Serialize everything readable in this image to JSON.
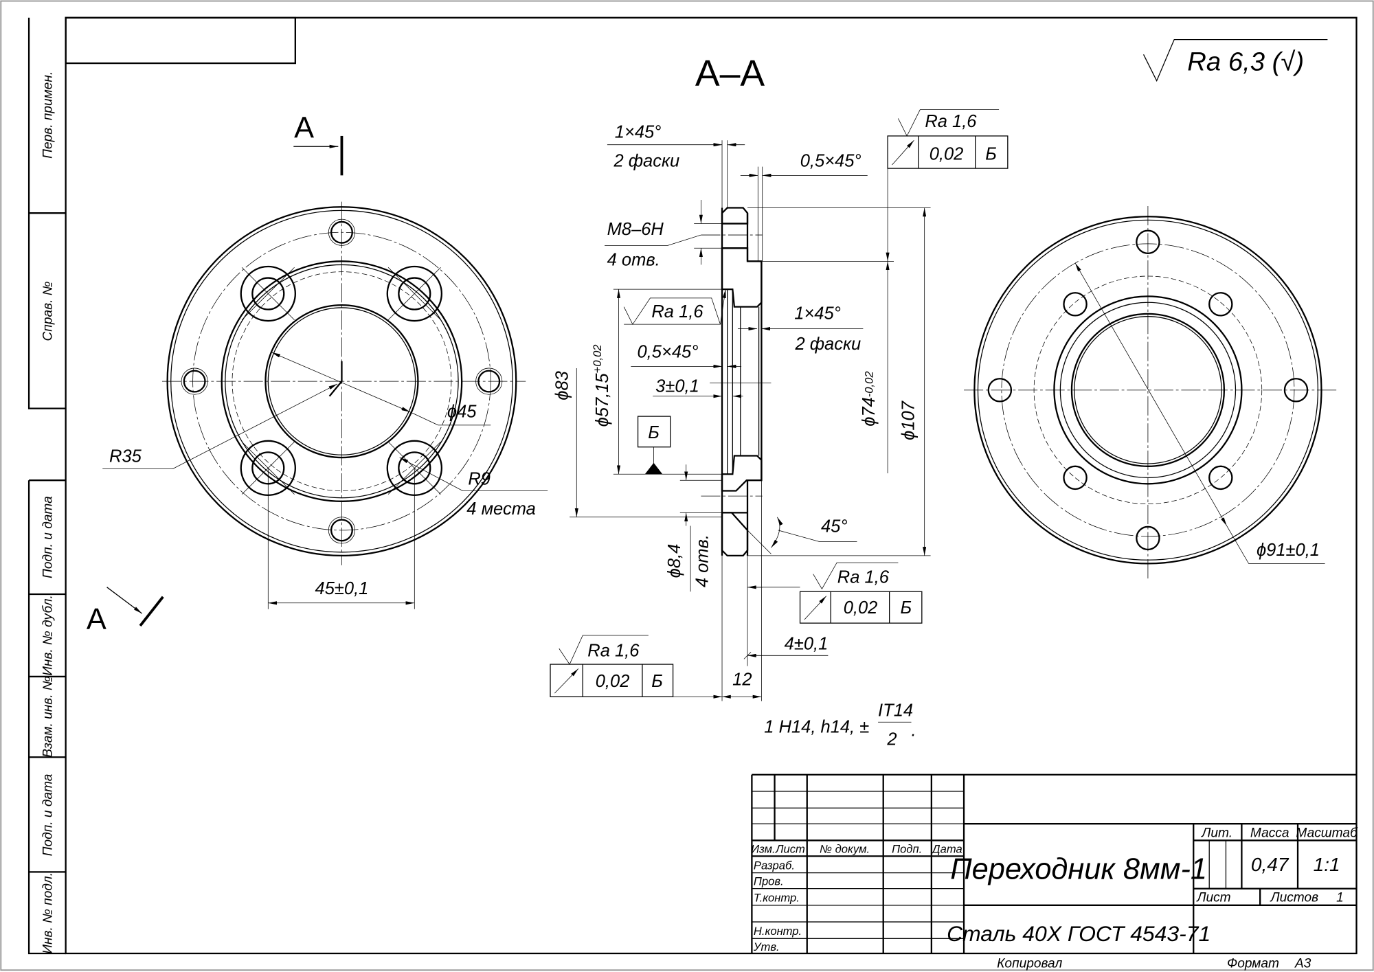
{
  "section_title": "А–А",
  "roughness_general": "Ra 6,3 (√)",
  "section_marks": {
    "top": "А",
    "bottom": "А"
  },
  "left_view": {
    "r35": "R35",
    "d45": "ϕ45",
    "r9": "R9",
    "r9_note": "4 места",
    "spacing": "45±0,1"
  },
  "right_view": {
    "d91": "ϕ91±0,1"
  },
  "section": {
    "chamfer_top_a": "1×45°",
    "chamfer_top_a_note": "2 фаски",
    "chamfer_top_b": "0,5×45°",
    "thread": "M8–6H",
    "thread_note": "4 отв.",
    "ra_inner": "Ra 1,6",
    "chamfer_mid_a": "1×45°",
    "chamfer_mid_a_note": "2 фаски",
    "chamfer_mid_b": "0,5×45°",
    "depth": "3±0,1",
    "d83": "ϕ83",
    "d57": "ϕ57,15",
    "d57_tol": "+0,02",
    "datum": "Б",
    "hole": "ϕ8,4",
    "hole_note": "4 отв.",
    "angle": "45°",
    "d74": "ϕ74",
    "d74_tol": "-0,02",
    "d107": "ϕ107",
    "step": "4±0,1",
    "width": "12"
  },
  "tolerance_frames": [
    {
      "ra": "Ra 1,6",
      "value": "0,02",
      "datum": "Б"
    },
    {
      "ra": "Ra 1,6",
      "value": "0,02",
      "datum": "Б"
    },
    {
      "ra": "Ra 1,6",
      "value": "0,02",
      "datum": "Б"
    }
  ],
  "general_note": {
    "prefix": "1 H14, h14, ±",
    "numerator": "IT14",
    "denominator": "2",
    "suffix": "."
  },
  "side_strip": [
    "Перв. примен.",
    "Справ. №",
    "Подп. и дата",
    "Инв. № дубл.",
    "Взам. инв. №",
    "Подп. и дата",
    "Инв. № подл."
  ],
  "title_block": {
    "headers": {
      "izm": "Изм.",
      "list": "Лист",
      "doc": "№ докум.",
      "sign": "Подп.",
      "date": "Дата"
    },
    "roles": [
      "Разраб.",
      "Пров.",
      "Т.контр.",
      "Н.контр.",
      "Утв."
    ],
    "title": "Переходник 8мм-1",
    "material": "Сталь 40Х  ГОСТ 4543-71",
    "lit_label": "Лит.",
    "mass_label": "Масса",
    "scale_label": "Масштаб",
    "mass": "0,47",
    "scale": "1:1",
    "sheet_label": "Лист",
    "sheets_label": "Листов",
    "sheets": "1",
    "copied": "Копировал",
    "format_label": "Формат",
    "format": "А3"
  }
}
